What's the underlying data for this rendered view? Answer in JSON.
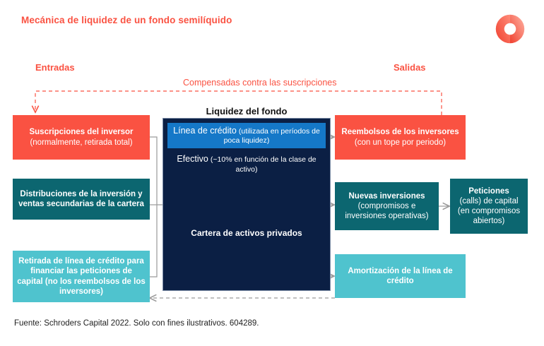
{
  "header": {
    "title": "Mecánica de liquidez de un fondo semilíquido",
    "logo_name": "schroders-logo",
    "accent_color": "#FA5242"
  },
  "sections": {
    "inflows_label": "Entradas",
    "outflows_label": "Salidas",
    "offset_note": "Compensadas contra las suscripciones",
    "center_title": "Liquidez del fondo"
  },
  "inflow_boxes": [
    {
      "title": "Suscripciones del inversor",
      "subtitle": "(normalmente, retirada total)",
      "color": "#FA5242"
    },
    {
      "title": "Distribuciones de la inversión y ventas secundarias de la cartera",
      "subtitle": "",
      "color": "#0C6670"
    },
    {
      "title": "Retirada de línea de crédito para financiar las peticiones de capital (no los reembolsos de los inversores)",
      "subtitle": "",
      "color": "#4FC3CE"
    }
  ],
  "outflow_boxes": [
    {
      "title": "Reembolsos de los inversores",
      "subtitle": "(con un tope por periodo)",
      "color": "#FA5242"
    },
    {
      "title": "Nuevas inversiones",
      "subtitle": "(compromisos e inversiones operativas)",
      "color": "#0C6670"
    },
    {
      "title": "Peticiones",
      "subtitle": "(calls) de capital (en compromisos abiertos)",
      "color": "#0C6670"
    },
    {
      "title": "Amortización de la línea de crédito",
      "subtitle": "",
      "color": "#4FC3CE"
    }
  ],
  "fund_panel": {
    "rows": [
      {
        "lead": "Línea de crédito",
        "tail": "(utilizada en períodos de poca liquidez)",
        "color": "#1578C8"
      },
      {
        "lead": "Efectivo",
        "tail": "(~10% en función de la clase de activo)",
        "color": "#0B1F44"
      }
    ],
    "portfolio_label": "Cartera de activos privados",
    "portfolio_color": "#0B1F44"
  },
  "footer": {
    "source": "Fuente: Schroders Capital 2022. Solo con fines ilustrativos. 604289."
  }
}
